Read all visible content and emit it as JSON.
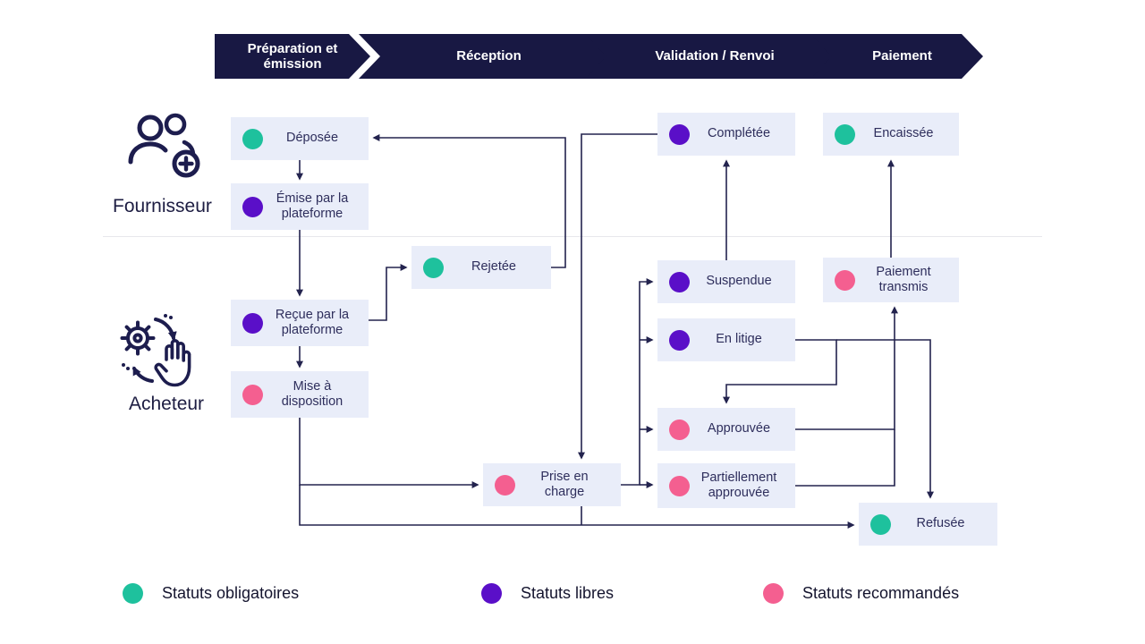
{
  "colors": {
    "navy": "#181843",
    "teal_obligatoire": "#1ec19d",
    "purple_libre": "#5a0fc8",
    "pink_recommande": "#f45f90",
    "box_background": "#e9edf9"
  },
  "phases": [
    {
      "label": "Préparation et émission"
    },
    {
      "label": "Réception"
    },
    {
      "label": "Validation / Renvoi"
    },
    {
      "label": "Paiement"
    }
  ],
  "lanes": [
    {
      "label": "Fournisseur"
    },
    {
      "label": "Acheteur"
    }
  ],
  "statuses": {
    "deposee": {
      "label": "Déposée",
      "type": "obligatoire"
    },
    "emise": {
      "label": "Émise par la plateforme",
      "type": "libre"
    },
    "rejetee": {
      "label": "Rejetée",
      "type": "obligatoire"
    },
    "recue": {
      "label": "Reçue par la plateforme",
      "type": "libre"
    },
    "mise": {
      "label": "Mise à disposition",
      "type": "recommande"
    },
    "prise": {
      "label": "Prise en charge",
      "type": "recommande"
    },
    "completee": {
      "label": "Complétée",
      "type": "libre"
    },
    "suspendue": {
      "label": "Suspendue",
      "type": "libre"
    },
    "enlitige": {
      "label": "En litige",
      "type": "libre"
    },
    "approuvee": {
      "label": "Approuvée",
      "type": "recommande"
    },
    "partiellement": {
      "label": "Partiellement approuvée",
      "type": "recommande"
    },
    "paiement": {
      "label": "Paiement transmis",
      "type": "recommande"
    },
    "encaissee": {
      "label": "Encaissée",
      "type": "obligatoire"
    },
    "refusee": {
      "label": "Refusée",
      "type": "obligatoire"
    }
  },
  "flows": [
    {
      "from": "deposee",
      "to": "emise"
    },
    {
      "from": "emise",
      "to": "recue"
    },
    {
      "from": "recue",
      "to": "rejetee"
    },
    {
      "from": "rejetee",
      "to": "deposee"
    },
    {
      "from": "recue",
      "to": "mise"
    },
    {
      "from": "mise",
      "to": "prise"
    },
    {
      "from": "mise",
      "to": "refusee"
    },
    {
      "from": "prise",
      "to": "refusee"
    },
    {
      "from": "completee",
      "to": "prise"
    },
    {
      "from": "suspendue",
      "to": "completee"
    },
    {
      "from": "prise",
      "to": "suspendue"
    },
    {
      "from": "prise",
      "to": "enlitige"
    },
    {
      "from": "prise",
      "to": "approuvee"
    },
    {
      "from": "prise",
      "to": "partiellement"
    },
    {
      "from": "enlitige",
      "to": "approuvee"
    },
    {
      "from": "enlitige",
      "to": "refusee"
    },
    {
      "from": "approuvee",
      "to": "paiement"
    },
    {
      "from": "partiellement",
      "to": "paiement"
    },
    {
      "from": "paiement",
      "to": "encaissee"
    }
  ],
  "legend": [
    {
      "label": "Statuts obligatoires",
      "type": "obligatoire"
    },
    {
      "label": "Statuts libres",
      "type": "libre"
    },
    {
      "label": "Statuts recommandés",
      "type": "recommande"
    }
  ]
}
